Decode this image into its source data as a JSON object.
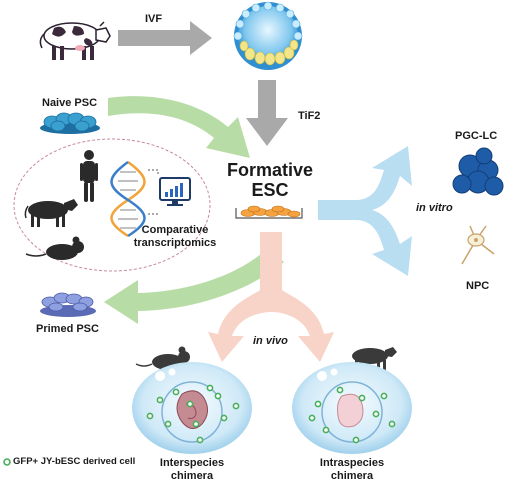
{
  "labels": {
    "ivf": "IVF",
    "tif2": "TiF2",
    "naive_psc": "Naive PSC",
    "formative_line1": "Formative",
    "formative_line2": "ESC",
    "comparative_line1": "Comparative",
    "comparative_line2": "transcriptomics",
    "in_vitro": "in vitro",
    "pgc_lc": "PGC-LC",
    "npc": "NPC",
    "primed_psc": "Primed PSC",
    "in_vivo": "in vivo",
    "interspecies_line1": "Interspecies",
    "interspecies_line2": "chimera",
    "intraspecies_line1": "Intraspecies",
    "intraspecies_line2": "chimera",
    "legend": "GFP+ JY-bESC derived cell"
  },
  "colors": {
    "gray_arrow": "#a9a9a9",
    "green_arrow": "#b8dca6",
    "blue_arrow": "#b9def2",
    "pink_arrow": "#f7d3c8",
    "gfp_green": "#48b05a",
    "dashed_circle": "#c98a9a"
  },
  "icons": {
    "cow": "cow-icon",
    "blastocyst": "blastocyst-icon",
    "human": "human-icon",
    "mouse": "mouse-icon",
    "dna": "dna-icon",
    "monitor": "monitor-chart-icon",
    "petri_dish": "petri-dish-icon",
    "pgc_cluster": "pgc-cluster-icon",
    "neuron": "neuron-icon"
  }
}
